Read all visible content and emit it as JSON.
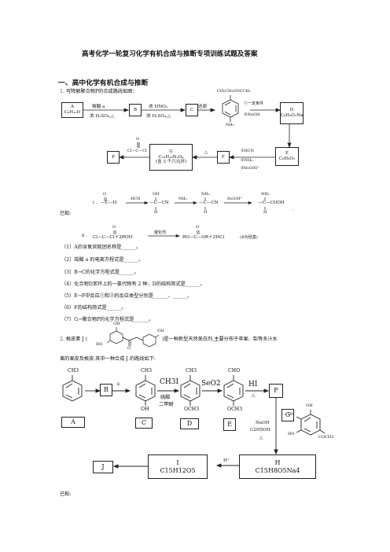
{
  "header": {
    "title": "高考化学一轮复习化学有机合成与推断专项训练试题及答案"
  },
  "section": {
    "title": "一、高中化学有机合成与推断"
  },
  "q1": {
    "number": "1.",
    "stem": "可降解聚合物P的合成路线如图：",
    "scheme": {
      "box_A_name": "A",
      "box_A_formula": "C₈H₁₀O",
      "reagent_1_top": "羧酸 a",
      "reagent_1_bottom": "浓 H₂SO₄,△",
      "box_B": "B",
      "reagent_2_top": "浓 HNO₃",
      "reagent_2_bottom": "浓 H₂SO₄,△",
      "box_C": "C",
      "reagent_3": "还原",
      "mid_sub_top": "CH₂CH₂OOCCH₃",
      "mid_sub_bottom": "NH₂",
      "reagent_4_a": "①一定条件",
      "reagent_4_b": "②NaOH",
      "box_D_name": "D",
      "box_D_formula": "C₈H₉O₂Na",
      "box_E_name": "E",
      "box_E_formula": "C₈H₈O₂",
      "reagent_5_a": "①HCN",
      "reagent_5_b": "②NH₃",
      "reagent_5_c": "③H₂O/H⁺",
      "box_F": "F",
      "heat": "△",
      "box_G_name": "G",
      "box_G_formula": "C₁₈H₁₈N₂O₄",
      "box_G_note": "(含 3 个六元环)",
      "phosgene": "Cl—C—Cl",
      "phosgene_o": "O",
      "box_P": "P"
    },
    "known_label": "已知:",
    "known_i": {
      "num": "i .",
      "r1": "—C—H",
      "hcn": "HCN",
      "r2": "—C—CN",
      "oh": "OH",
      "nh3": "NH₃",
      "r3": "—C—CN",
      "nh2a": "NH₂",
      "h2o": "H₂O/H⁺",
      "r4": "—C—COOH",
      "nh2b": "NH₂",
      "h": "H",
      "o": "O",
      "dot": "."
    },
    "known_ii": {
      "num": "ii .",
      "left": "Cl—C—Cl＋2ROH",
      "cat": "催化剂",
      "right": "RO—C—OR＋2HCl",
      "note": "(R为烃基)",
      "o": "O"
    },
    "subqs": [
      "（1）A的含氧官能团名称是______。",
      "（2）羧酸 a 的电离方程式是______。",
      "（3）B→C的化学方程式是______。",
      "（4）化合物D苯环上的一氯代物有 2 种，D的结构简式是______。",
      "（5）E→F中反应①和②的反应类型分别是______、______。",
      "（6）F的结构简式是______。",
      "（7）G→聚合物P的化学方程式是______。"
    ]
  },
  "q2": {
    "number": "2.",
    "stem_a": "根皮素 J (",
    "stem_b": ")是一种新型天然美白剂,主要分布于苹果、梨等多汁水",
    "stem_c": "果的果皮及根皮.其中一种合成 J 的路线如下:",
    "struct": {
      "ho": "HO",
      "oh1": "OH",
      "oh2": "OH",
      "o": "O"
    },
    "scheme": {
      "ch3_a": "CH3",
      "box_A": "A",
      "box_B": "B",
      "step1": "①",
      "ch3_c": "CH3",
      "oh_c": "OH",
      "box_C": "C",
      "ch3i": "CH3I",
      "cond": "硫酸",
      "cond2": "二甲醚",
      "ch3_d": "CH3",
      "och3_d": "OCH3",
      "box_D": "D",
      "seo2": "SeO2",
      "cho_e": "CHO",
      "och3_e": "OCH3",
      "box_E": "E",
      "hi": "HI",
      "hi_heat": "△",
      "box_F": "F",
      "box_G": "G",
      "g_oh_top": "OH",
      "g_oh_left": "OH",
      "g_ho": "HO",
      "g_och3": "COCH3",
      "naoh": "NaOH",
      "etoh": "C2H5OH",
      "naoh_heat": "△",
      "box_H_name": "H",
      "box_H_formula": "C15H8O5Na4",
      "hplus": "H⁺",
      "box_I_name": "I",
      "box_I_formula": "C15H12O5",
      "box_J": "J"
    },
    "known_label": "已知:"
  }
}
